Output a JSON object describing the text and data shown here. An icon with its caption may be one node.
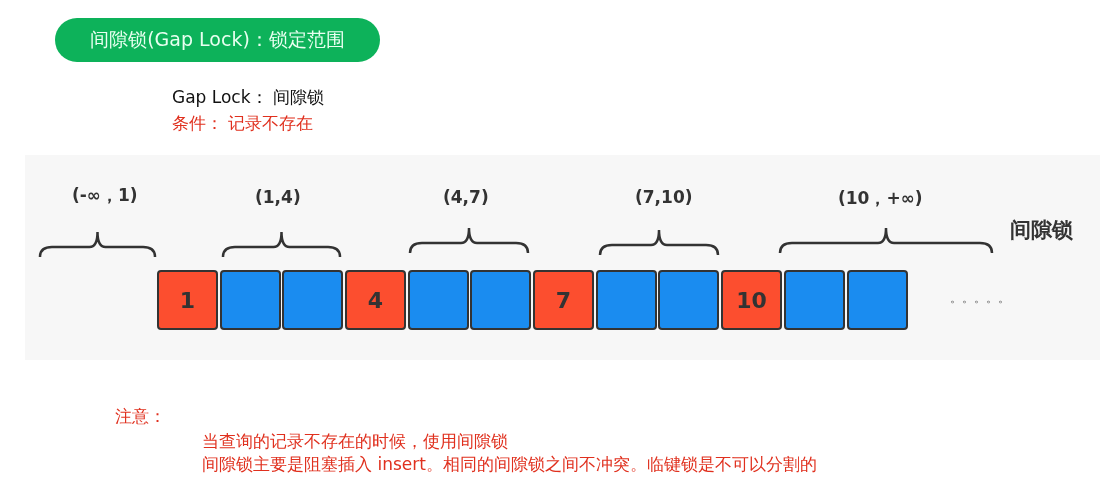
{
  "diagram": {
    "nodes": [
      {
        "text": [
          "间隙锁(Gap Lock)：锁定范围"
        ]
      },
      {
        "text": [
          "1"
        ]
      },
      {
        "text": [],
        "shape": "box"
      },
      {
        "text": [],
        "shape": "box"
      },
      {
        "text": [
          "4"
        ]
      },
      {
        "text": [],
        "shape": "box"
      },
      {
        "text": [],
        "shape": "box"
      },
      {
        "text": [
          "7"
        ]
      },
      {
        "text": [],
        "shape": "box"
      },
      {
        "text": [],
        "shape": "box"
      },
      {
        "text": [
          "10"
        ]
      },
      {
        "text": [],
        "shape": "box"
      },
      {
        "text": [],
        "shape": "box"
      }
    ],
    "labels": [
      "Gap Lock： 间隙锁",
      "条件： 记录不存在",
      "(-∞，1)",
      "(1,4)",
      "(4,7)",
      "(7,10)",
      "(10，+∞)",
      "间隙锁",
      "。。。。。",
      "注意：",
      "当查询的记录不存在的时候，使用间隙锁",
      "间隙锁主要是阻塞插入 insert。相同的间隙锁之间不冲突。临键锁是不可以分割的"
    ]
  }
}
